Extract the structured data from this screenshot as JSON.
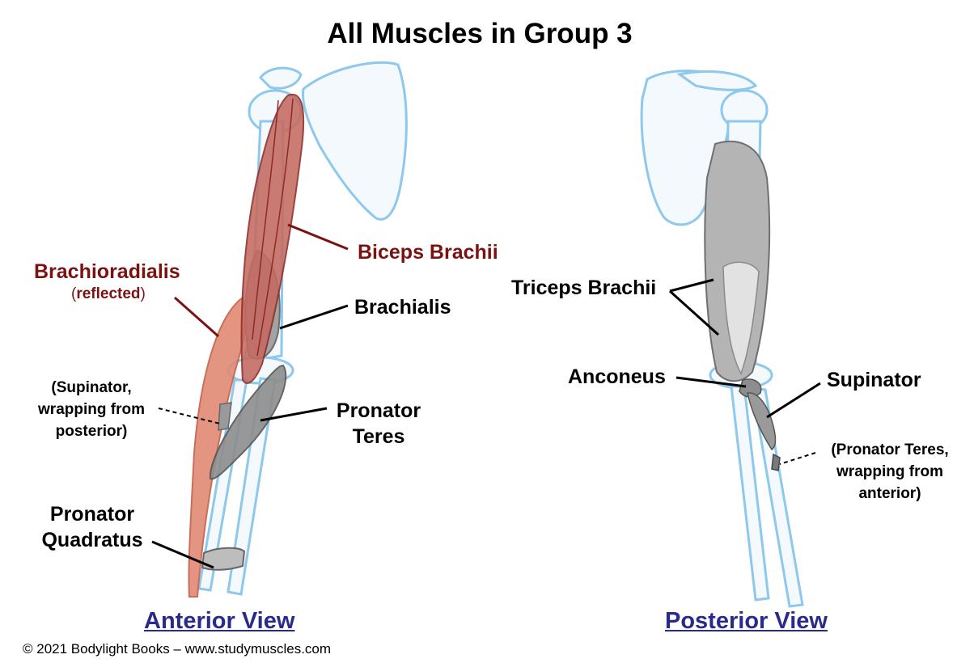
{
  "title": "All Muscles in Group 3",
  "anterior": {
    "caption": "Anterior View",
    "labels": {
      "biceps": "Biceps Brachii",
      "brachioradialis": "Brachioradialis",
      "reflected_word": "reflected",
      "brachialis": "Brachialis",
      "supinator_line1": "(Supinator,",
      "supinator_line2": "wrapping from",
      "supinator_line3": "posterior)",
      "pronator_teres_line1": "Pronator",
      "pronator_teres_line2": "Teres",
      "pronator_quadratus_line1": "Pronator",
      "pronator_quadratus_line2": "Quadratus"
    }
  },
  "posterior": {
    "caption": "Posterior View",
    "labels": {
      "triceps": "Triceps Brachii",
      "anconeus": "Anconeus",
      "supinator": "Supinator",
      "pronator_line1": "(Pronator Teres,",
      "pronator_line2": "wrapping from",
      "pronator_line3": "anterior)"
    }
  },
  "footer": "© 2021 Bodylight Books –  www.studymuscles.com",
  "colors": {
    "bone": "#8ec8ec",
    "bone_fill": "#f3f9fd",
    "muscle_red": "#b8463f",
    "brachioradialis": "#e08a74",
    "muscle_gray": "#8d8d8d",
    "red_text": "#7a1212",
    "caption_blue": "#2a2a8a"
  }
}
